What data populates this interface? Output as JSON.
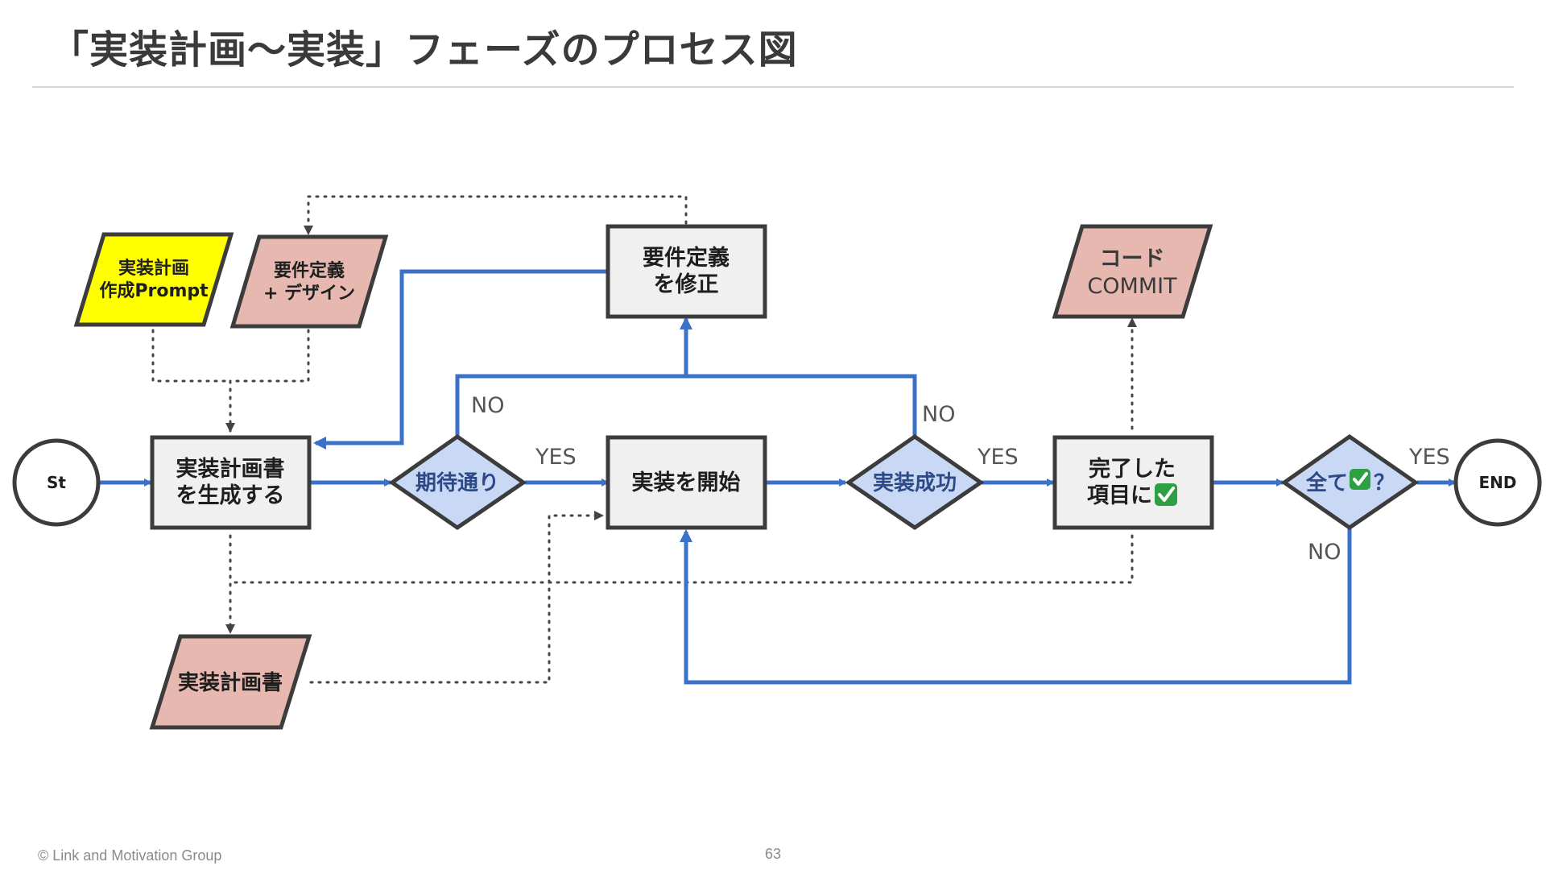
{
  "slide": {
    "title": "「実装計画〜実装」フェーズのプロセス図",
    "copyright": "© Link and Motivation Group",
    "page_number": "63"
  },
  "diagram": {
    "start": "St",
    "end": "END",
    "impl_plan_prompt": [
      "実装計画",
      "作成Prompt"
    ],
    "requirements_design": [
      "要件定義",
      "+ デザイン"
    ],
    "generate_plan": [
      "実装計画書",
      "を生成する"
    ],
    "plan_document": "実装計画書",
    "as_expected": "期待通り",
    "fix_requirements": [
      "要件定義",
      "を修正"
    ],
    "start_impl": "実装を開始",
    "impl_success": "実装成功",
    "code_commit": [
      "コード",
      "COMMIT"
    ],
    "mark_done": [
      "完了した",
      "項目に"
    ],
    "all_checked": "全て",
    "all_checked_suffix": "？",
    "check_icon": "white-check-mark-icon",
    "labels": {
      "no_1": "NO",
      "yes_1": "YES",
      "no_2": "NO",
      "yes_2": "YES",
      "yes_3": "YES",
      "no_3": "NO"
    },
    "colors": {
      "flow_line": "#3b72c8",
      "decision_fill": "#c9d8f4",
      "process_fill": "#f0f0f0",
      "io_pink": "#e6b8b0",
      "io_yellow": "#ffff00",
      "check_green": "#2ea043"
    }
  }
}
